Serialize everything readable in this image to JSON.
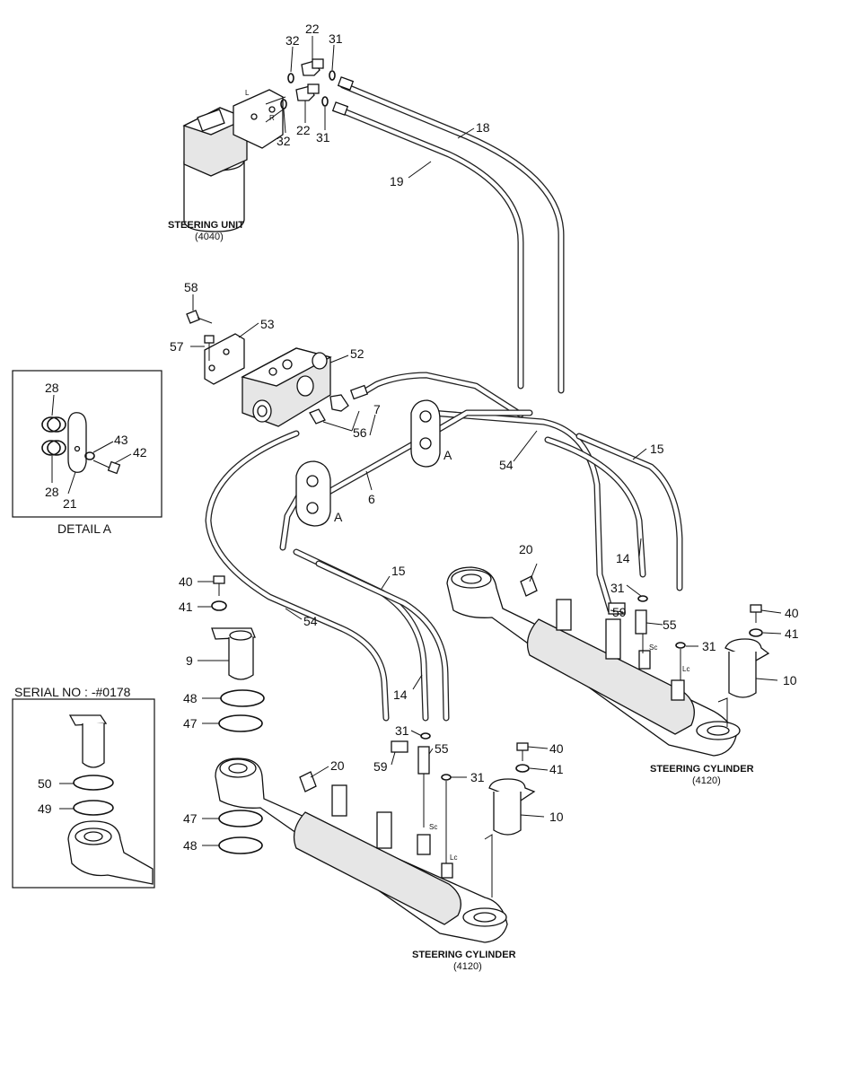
{
  "title_steering_unit": "STEERING UNIT",
  "code_steering_unit": "(4040)",
  "title_cylinder": "STEERING CYLINDER",
  "code_cylinder": "(4120)",
  "detail_caption": "DETAIL A",
  "serial_caption": "SERIAL NO : -#0178",
  "port_left": "L",
  "port_right": "R",
  "port_sc": "Sc",
  "port_lc": "Lc",
  "section_a": "A",
  "labels": {
    "p18": "18",
    "p19": "19",
    "p22": "22",
    "p31": "31",
    "p32": "32",
    "p58": "58",
    "p53": "53",
    "p57": "57",
    "p52": "52",
    "p7": "7",
    "p56": "56",
    "p6": "6",
    "p54": "54",
    "p15": "15",
    "p14": "14",
    "p20": "20",
    "p59": "59",
    "p55": "55",
    "p40": "40",
    "p41": "41",
    "p10": "10",
    "p9": "9",
    "p48": "48",
    "p47": "47",
    "p28": "28",
    "p43": "43",
    "p42": "42",
    "p21": "21",
    "p50": "50",
    "p49": "49"
  }
}
